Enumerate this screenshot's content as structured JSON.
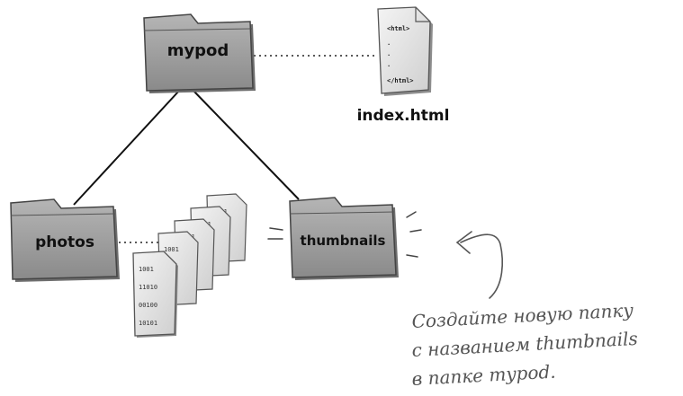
{
  "folders": {
    "root": "mypod",
    "photos": "photos",
    "thumbnails": "thumbnails"
  },
  "index_file": {
    "name": "index.html",
    "code_open": "<html>",
    "code_close": "</html>"
  },
  "binary_lines": [
    "1001",
    "11010",
    "00100",
    "10101"
  ],
  "note": {
    "line1": "Создайте новую папку",
    "line2": "с названием thumbnails",
    "line3": "в папке mypod."
  },
  "colors": {
    "folder_fill": "#9a9a9a",
    "folder_shadow": "#6e6e6e",
    "line": "#111111",
    "note_text": "#555555"
  }
}
